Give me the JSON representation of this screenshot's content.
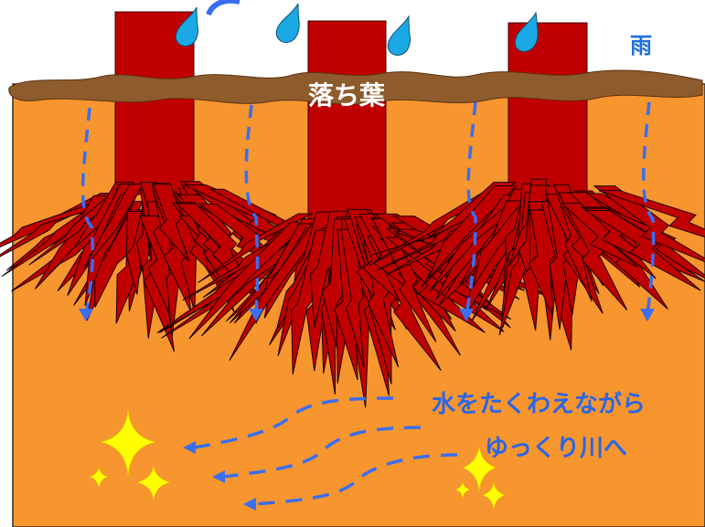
{
  "labels": {
    "rain": "雨",
    "fallen_leaves": "落ち葉",
    "water_line1": "水をたくわえながら",
    "water_line2": "ゆっくり川へ"
  },
  "icons": {
    "raindrop": "raindrop-icon",
    "sparkle": "sparkle-icon"
  },
  "colors": {
    "soil": "#f7952e",
    "trunk": "#c00000",
    "leaf_litter": "#8e5b2c",
    "raindrop": "#1ba9e6",
    "water_flow": "#3a6ef0",
    "sparkle": "#ffff00",
    "label_blue": "#1d6fe0"
  }
}
